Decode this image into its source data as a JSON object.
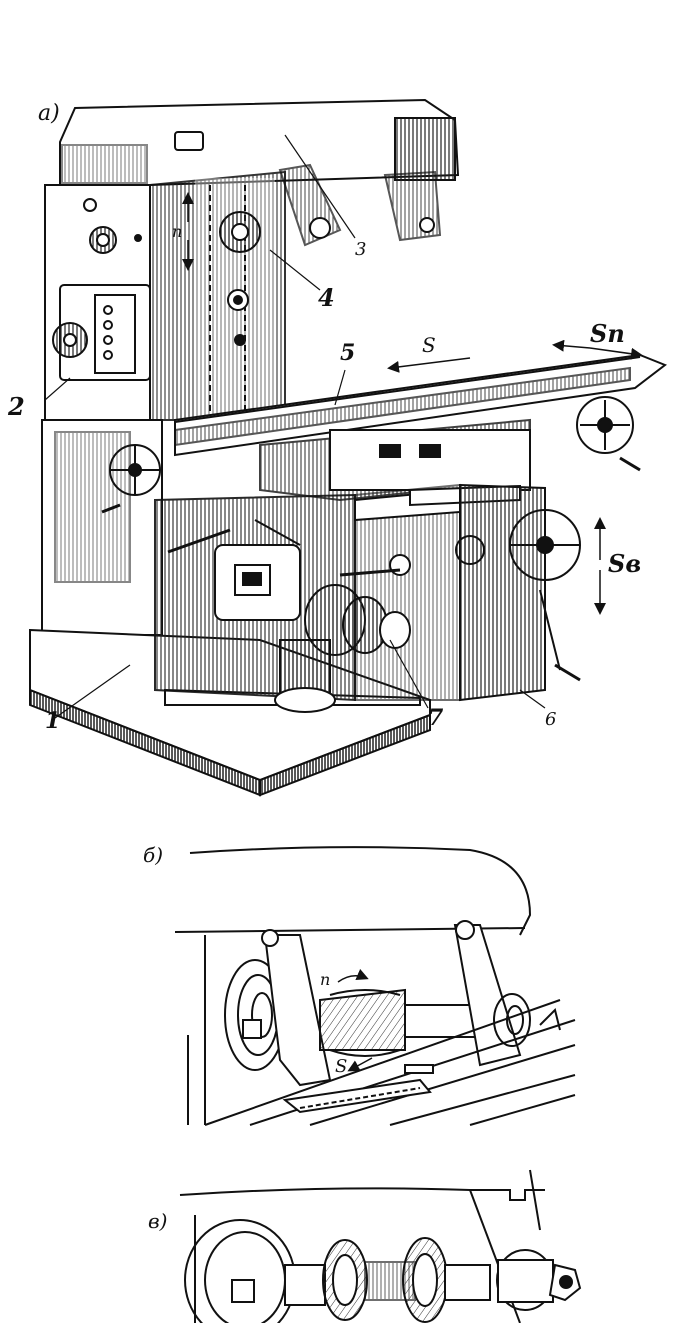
{
  "panels": {
    "a": {
      "letter": "a)"
    },
    "b": {
      "letter": "б)"
    },
    "v": {
      "letter": "в)"
    }
  },
  "callouts": [
    "1",
    "2",
    "3",
    "4",
    "5",
    "6",
    "7"
  ],
  "motion_labels": {
    "n_top": "n",
    "s_table": "S",
    "s_rapid": "Sп",
    "s_vertical": "Sв",
    "n_cutter": "n",
    "s_detail": "S"
  },
  "colors": {
    "ink": "#111111",
    "paper": "#ffffff",
    "hatch": "#444444"
  }
}
